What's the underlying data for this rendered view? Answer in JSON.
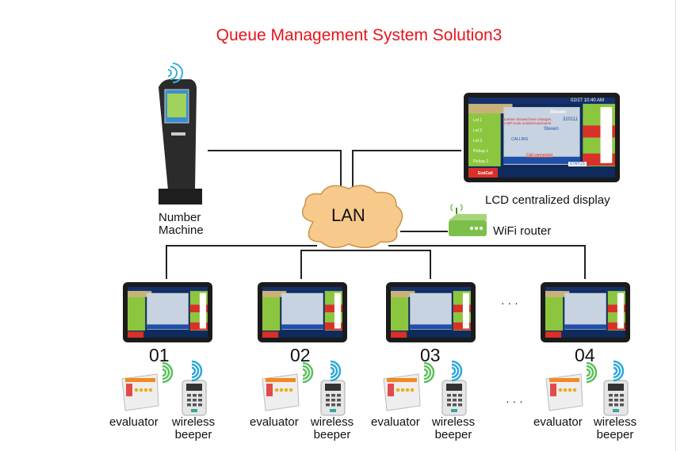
{
  "title": "Queue Management System Solution3",
  "network": {
    "label": "LAN"
  },
  "number_machine": {
    "label_line1": "Number",
    "label_line2": "Machine"
  },
  "lcd_display": {
    "label": "LCD centralized display",
    "screen": {
      "time": "02/27 10:40 AM",
      "caller_name": "Steven",
      "note_line1": "Number showed here changes",
      "note_line2": "to SIP trunk number/username",
      "number": "320111",
      "status_calling": "CALLING",
      "call_status": "Call connected",
      "status_button": "STATUS",
      "side_items": [
        "Lot 1",
        "Lot 2",
        "Lot 3",
        "Pickup 1",
        "Pickup 2"
      ],
      "end_call": "EndCall"
    }
  },
  "wifi_router": {
    "label": "WiFi router"
  },
  "ellipsis": "· · ·",
  "stations": [
    {
      "number": "01",
      "evaluator": "evaluator",
      "beeper_line1": "wireless",
      "beeper_line2": "beeper"
    },
    {
      "number": "02",
      "evaluator": "evaluator",
      "beeper_line1": "wireless",
      "beeper_line2": "beeper"
    },
    {
      "number": "03",
      "evaluator": "evaluator",
      "beeper_line1": "wireless",
      "beeper_line2": "beeper"
    },
    {
      "number": "04",
      "evaluator": "evaluator",
      "beeper_line1": "wireless",
      "beeper_line2": "beeper"
    }
  ],
  "colors": {
    "title": "#e8141a",
    "screen_green": "#8cc63f",
    "screen_red": "#d9302a",
    "screen_blue": "#1f4fa8",
    "router_green": "#7cc04a",
    "cloud": "#f7c98a"
  }
}
